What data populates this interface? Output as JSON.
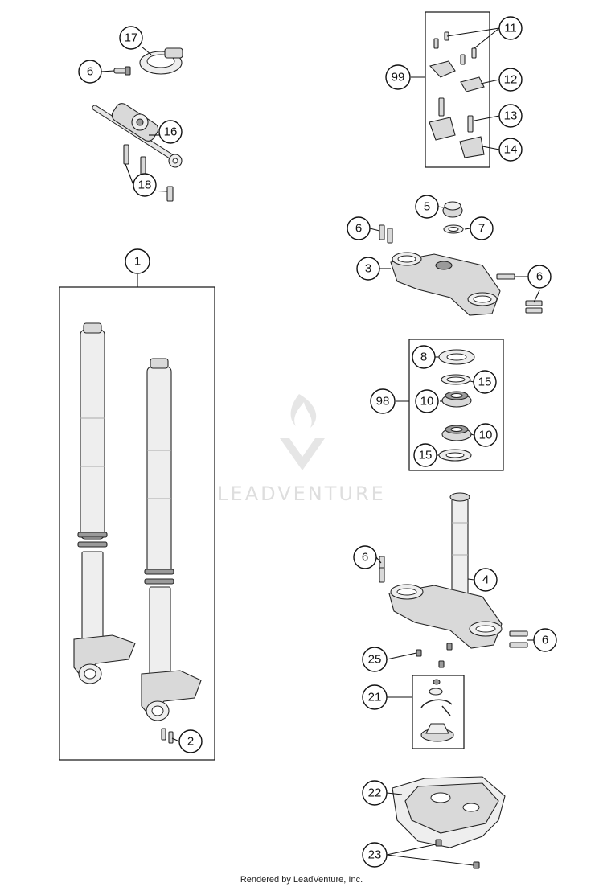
{
  "watermark": {
    "text": "LEADVENTURE",
    "color": "#d6d6d6"
  },
  "footer": {
    "text": "Rendered by LeadVenture, Inc."
  },
  "callouts": {
    "c17": "17",
    "c6a": "6",
    "c16": "16",
    "c18": "18",
    "c1": "1",
    "c2": "2",
    "c11": "11",
    "c99": "99",
    "c12": "12",
    "c13": "13",
    "c14": "14",
    "c5": "5",
    "c6b": "6",
    "c7": "7",
    "c3": "3",
    "c6c": "6",
    "c8": "8",
    "c15a": "15",
    "c98": "98",
    "c10a": "10",
    "c10b": "10",
    "c15b": "15",
    "c6d": "6",
    "c4": "4",
    "c6e": "6",
    "c25": "25",
    "c21": "21",
    "c22": "22",
    "c23": "23"
  }
}
